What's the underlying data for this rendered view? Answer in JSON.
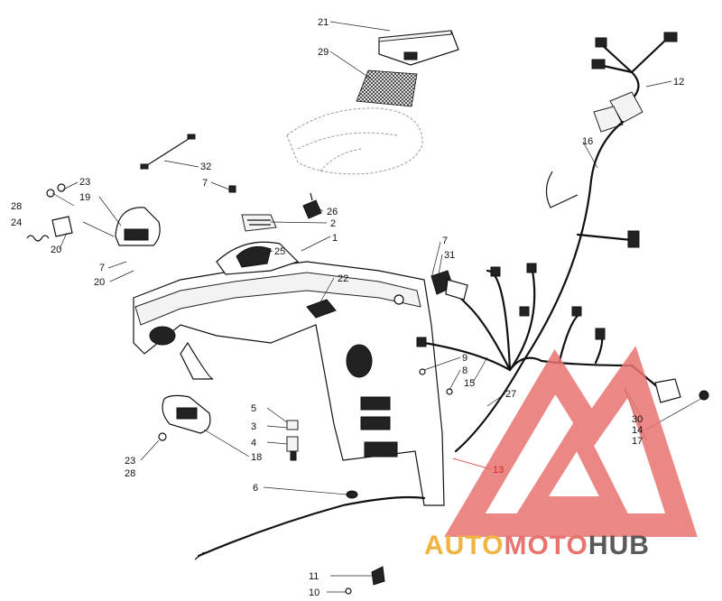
{
  "callouts": {
    "c1": "1",
    "c2": "2",
    "c3": "3",
    "c4": "4",
    "c5": "5",
    "c6": "6",
    "c7a": "7",
    "c7b": "7",
    "c7c": "7",
    "c8": "8",
    "c9": "9",
    "c10": "10",
    "c11": "11",
    "c12": "12",
    "c13": "13",
    "c14": "14",
    "c15": "15",
    "c16": "16",
    "c17": "17",
    "c18": "18",
    "c19": "19",
    "c20": "20",
    "c21": "21",
    "c22": "22",
    "c23a": "23",
    "c23b": "23",
    "c24": "24",
    "c25": "25",
    "c26": "26",
    "c27": "27",
    "c28a": "28",
    "c28b": "28",
    "c29": "29",
    "c30": "30",
    "c31": "31",
    "c32": "32"
  },
  "watermark": {
    "part1": "AUTO",
    "part2": "MOTO",
    "part3": "HUB",
    "color_primary": "#e8736f",
    "color_secondary": "#f2b441",
    "color_tertiary": "#5a5a5a"
  }
}
